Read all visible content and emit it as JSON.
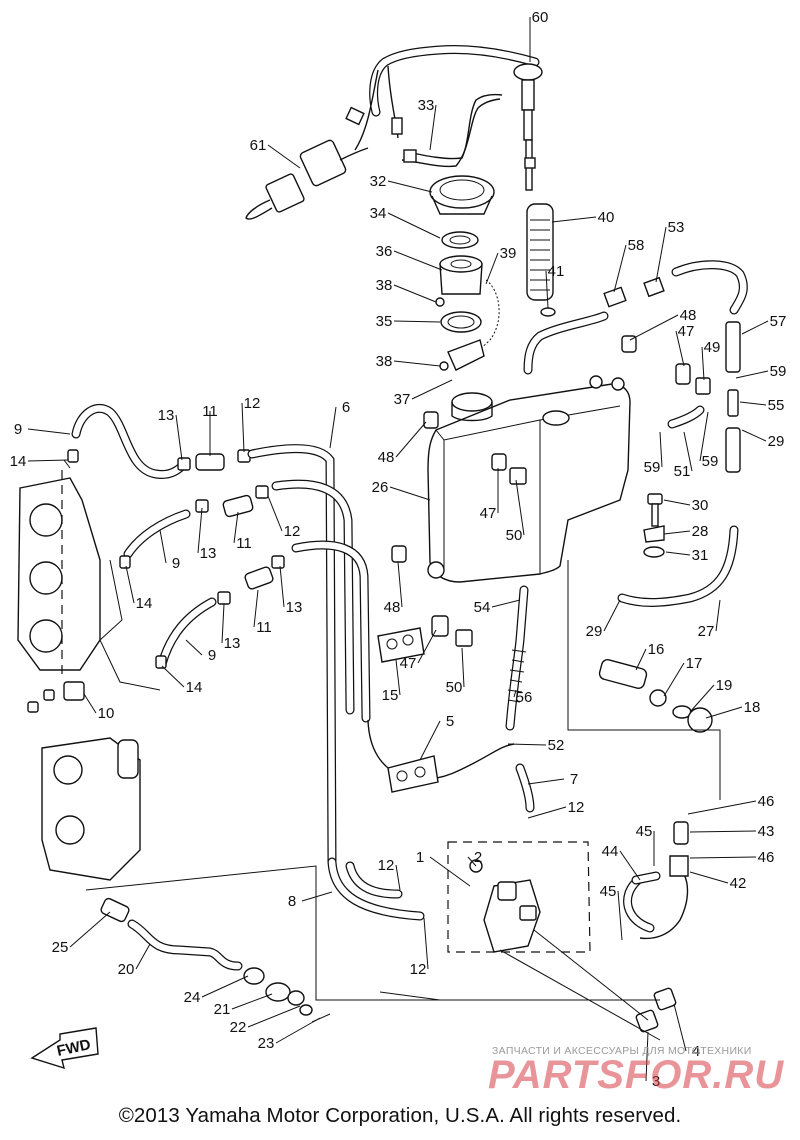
{
  "copyright": "©2013 Yamaha Motor Corporation, U.S.A. All rights reserved.",
  "watermark": {
    "subtitle": "ЗАПЧАСТИ И АКСЕССУАРЫ ДЛЯ МОТОТЕХНИКИ",
    "brand": "PARTSFOR.RU"
  },
  "fwd_label": "FWD",
  "part_numbers": [
    "1",
    "2",
    "3",
    "4",
    "5",
    "6",
    "7",
    "8",
    "9",
    "10",
    "11",
    "12",
    "13",
    "14",
    "15",
    "16",
    "17",
    "18",
    "19",
    "20",
    "21",
    "22",
    "23",
    "24",
    "25",
    "26",
    "27",
    "28",
    "29",
    "30",
    "31",
    "32",
    "33",
    "34",
    "35",
    "36",
    "37",
    "38",
    "39",
    "40",
    "41",
    "42",
    "43",
    "44",
    "45",
    "46",
    "47",
    "48",
    "49",
    "50",
    "51",
    "52",
    "53",
    "54",
    "55",
    "56",
    "57",
    "58",
    "59",
    "60",
    "61"
  ]
}
